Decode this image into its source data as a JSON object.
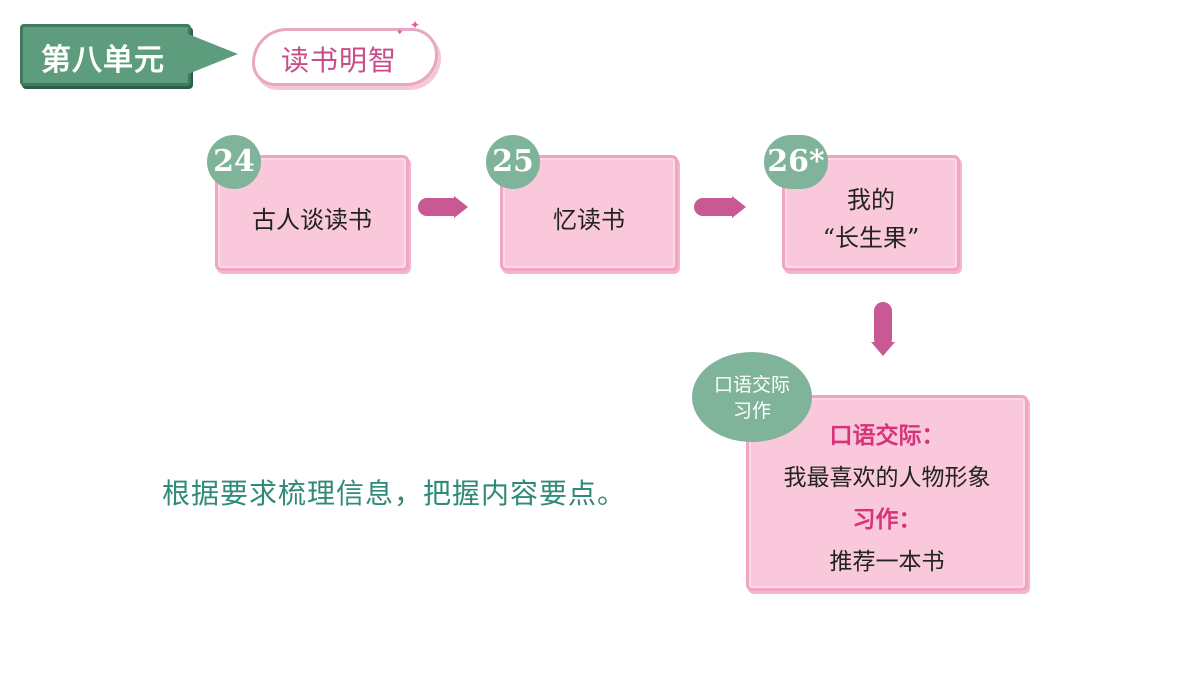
{
  "header": {
    "unit_label": "第八单元",
    "topic_label": "读书明智"
  },
  "lessons": [
    {
      "number": "24",
      "title_lines": [
        "古人谈读书"
      ]
    },
    {
      "number": "25",
      "title_lines": [
        "忆读书"
      ]
    },
    {
      "number": "26*",
      "title_lines": [
        "我的",
        "“长生果”"
      ]
    }
  ],
  "oral_writing": {
    "badge_lines": [
      "口语交际",
      "习作"
    ],
    "oral_heading": "口语交际：",
    "oral_topic": "我最喜欢的人物形象",
    "writing_heading": "习作：",
    "writing_topic": "推荐一本书"
  },
  "instruction": "根据要求梳理信息，把握内容要点。",
  "colors": {
    "green": "#7fb49a",
    "pink_card": "#f9c9db",
    "magenta": "#c95993",
    "teal_text": "#2f8a78",
    "pink_heading": "#d6337a"
  }
}
